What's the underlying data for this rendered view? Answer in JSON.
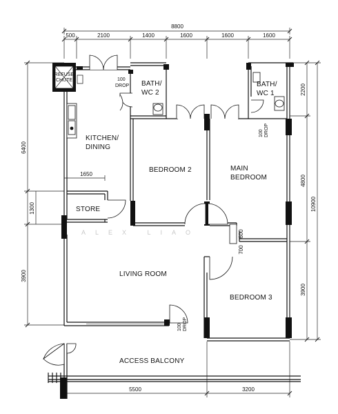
{
  "rooms": {
    "refuse_chute": [
      "REFUSE",
      "CHUTE"
    ],
    "kitchen": [
      "KITCHEN/",
      "DINING"
    ],
    "bath2": [
      "BATH/",
      "WC 2"
    ],
    "bath1": [
      "BATH/",
      "WC 1"
    ],
    "drop_top": [
      "100",
      "DROP"
    ],
    "drop_bath1": [
      "100",
      "DROP"
    ],
    "drop_living": [
      "100",
      "DROP"
    ],
    "bedroom2": "BEDROOM 2",
    "main_bedroom": [
      "MAIN",
      "BEDROOM"
    ],
    "store": "STORE",
    "living": "LIVING ROOM",
    "bedroom3": "BEDROOM 3",
    "balcony": "ACCESS BALCONY"
  },
  "dimensions": {
    "overall_width": "8800",
    "top_segments": [
      "500",
      "2100",
      "1400",
      "1600",
      "1600",
      "1600"
    ],
    "bottom_segments": [
      "5500",
      "3200"
    ],
    "left_segments": [
      "6400",
      "1300",
      "3900"
    ],
    "right_segments": [
      "2200",
      "4800",
      "3900"
    ],
    "overall_height": "10900",
    "store_width": "1650",
    "door_600": "600",
    "door_700": "700"
  },
  "watermark": "ALEX LIAO"
}
